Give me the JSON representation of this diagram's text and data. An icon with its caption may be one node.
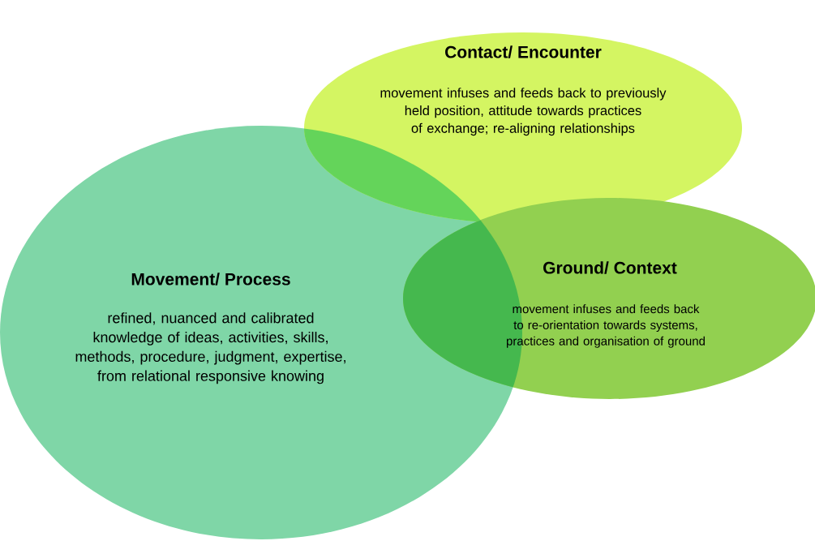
{
  "diagram": {
    "nodes": [
      {
        "text": [
          "Contact/ Encounter",
          "movement infuses and feeds back to previously held position, attitude towards practices of exchange; re-aligning relationships"
        ]
      },
      {
        "text": [
          "Movement/ Process",
          "refined, nuanced and calibrated knowledge of ideas, activities, skills, methods, procedure, judgment, expertise, from relational responsive knowing"
        ]
      },
      {
        "text": [
          "Ground/ Context",
          "movement infuses and feeds back to re-orientation towards systems, practices and organisation of ground"
        ]
      }
    ]
  }
}
